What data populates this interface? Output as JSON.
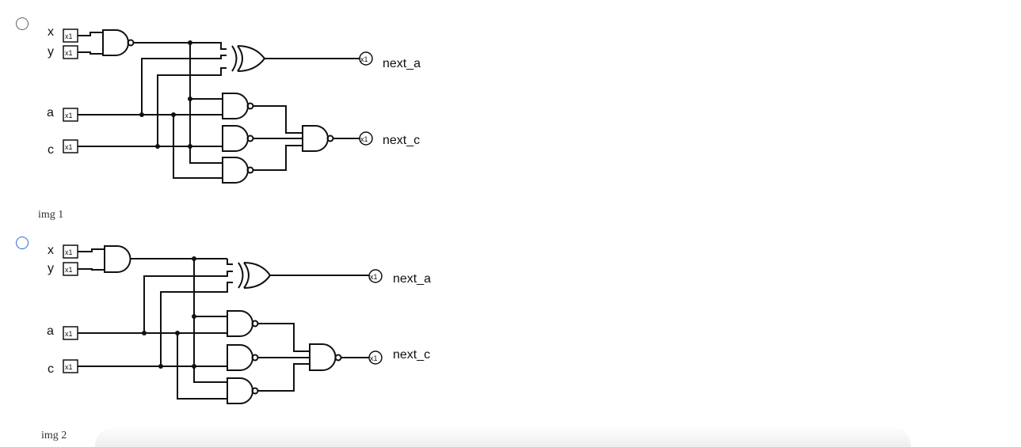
{
  "options": [
    {
      "caption": "img 1",
      "inputs": {
        "x": "x",
        "y": "y",
        "a": "a",
        "c": "c"
      },
      "box_label": "x1",
      "outputs": {
        "next_a": "next_a",
        "next_c": "next_c"
      }
    },
    {
      "caption": "img 2",
      "inputs": {
        "x": "x",
        "y": "y",
        "a": "a",
        "c": "c"
      },
      "box_label": "x1",
      "outputs": {
        "next_a": "next_a",
        "next_c": "next_c"
      }
    }
  ],
  "colors": {
    "radio_default": "#5f6368",
    "radio_focus": "#2f6bd8",
    "wire": "#111111"
  }
}
